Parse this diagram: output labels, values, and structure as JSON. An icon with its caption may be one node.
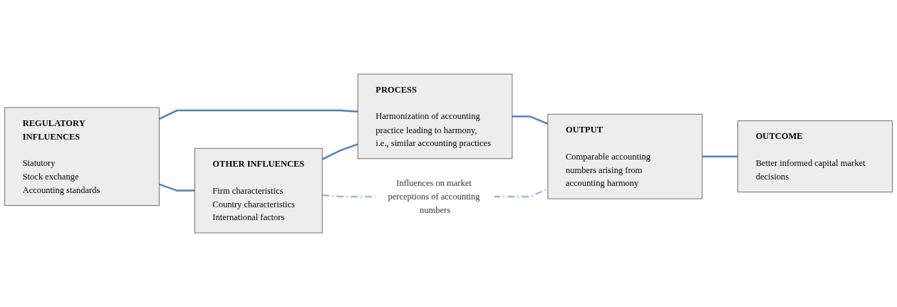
{
  "diagram": {
    "nodes": [
      {
        "text": [
          "REGULATORY INFLUENCES",
          "Statutory",
          "Stock exchange",
          "Accounting standards"
        ]
      },
      {
        "text": [
          "OTHER INFLUENCES",
          "Firm characteristics",
          "Country characteristics",
          "International factors"
        ]
      },
      {
        "text": [
          "PROCESS",
          "Harmonization of accounting practice leading to harmony, i.e., similar accounting practices"
        ]
      },
      {
        "text": [
          "OUTPUT",
          "Comparable accounting numbers arising from accounting harmony"
        ]
      },
      {
        "text": [
          "OUTCOME",
          "Better informed capital market decisions"
        ]
      }
    ],
    "edges": [
      {
        "from": 0,
        "to": 1,
        "arrow": "none"
      },
      {
        "from": 0,
        "to": 2,
        "arrow": "none"
      },
      {
        "from": 1,
        "to": 2,
        "arrow": "none"
      },
      {
        "from": 2,
        "to": 3,
        "arrow": "none"
      },
      {
        "from": 3,
        "to": 4,
        "arrow": "none"
      },
      {
        "from": 1,
        "to": 3,
        "arrow": "none",
        "label": "Influences on market perceptions of accounting numbers",
        "style": "dashed",
        "color": "#9dbbe0"
      }
    ]
  }
}
